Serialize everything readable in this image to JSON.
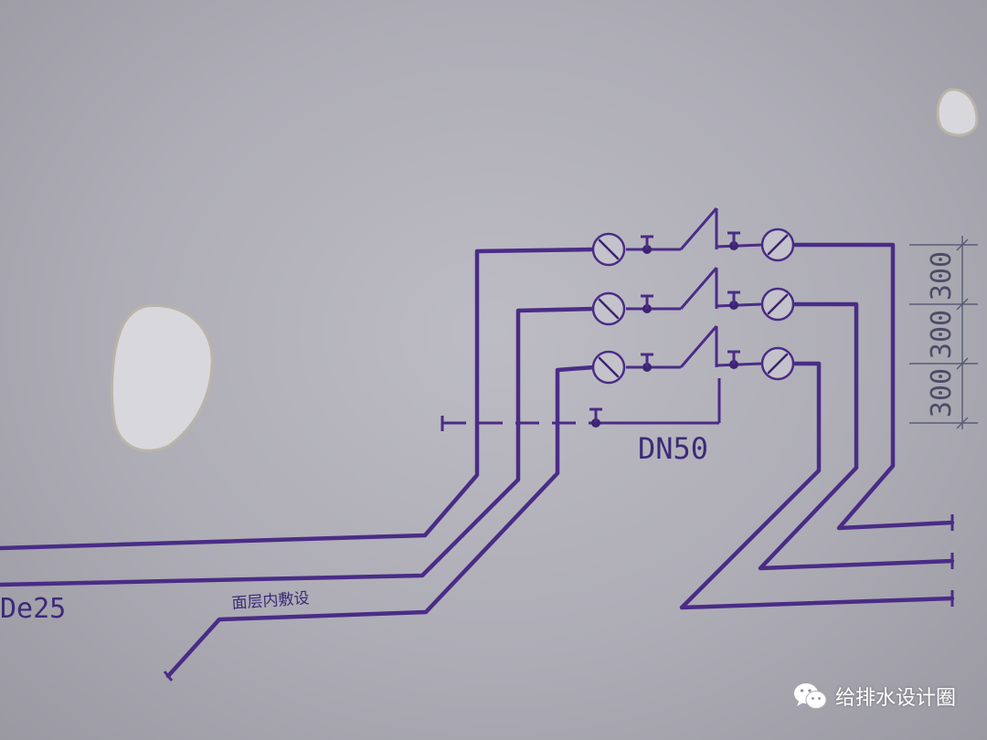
{
  "diagram": {
    "labels": {
      "main_pipe": "DN50",
      "branch_pipe": "De25",
      "note": "面层内敷设"
    },
    "dimensions": [
      "300",
      "300",
      "300"
    ],
    "branch_count": 3
  },
  "watermark": {
    "icon": "wechat-icon",
    "text": "给排水设计圈"
  },
  "colors": {
    "pipe": "#4a2c86",
    "paper": "#aeadb6",
    "dimension": "#5a5a78"
  }
}
